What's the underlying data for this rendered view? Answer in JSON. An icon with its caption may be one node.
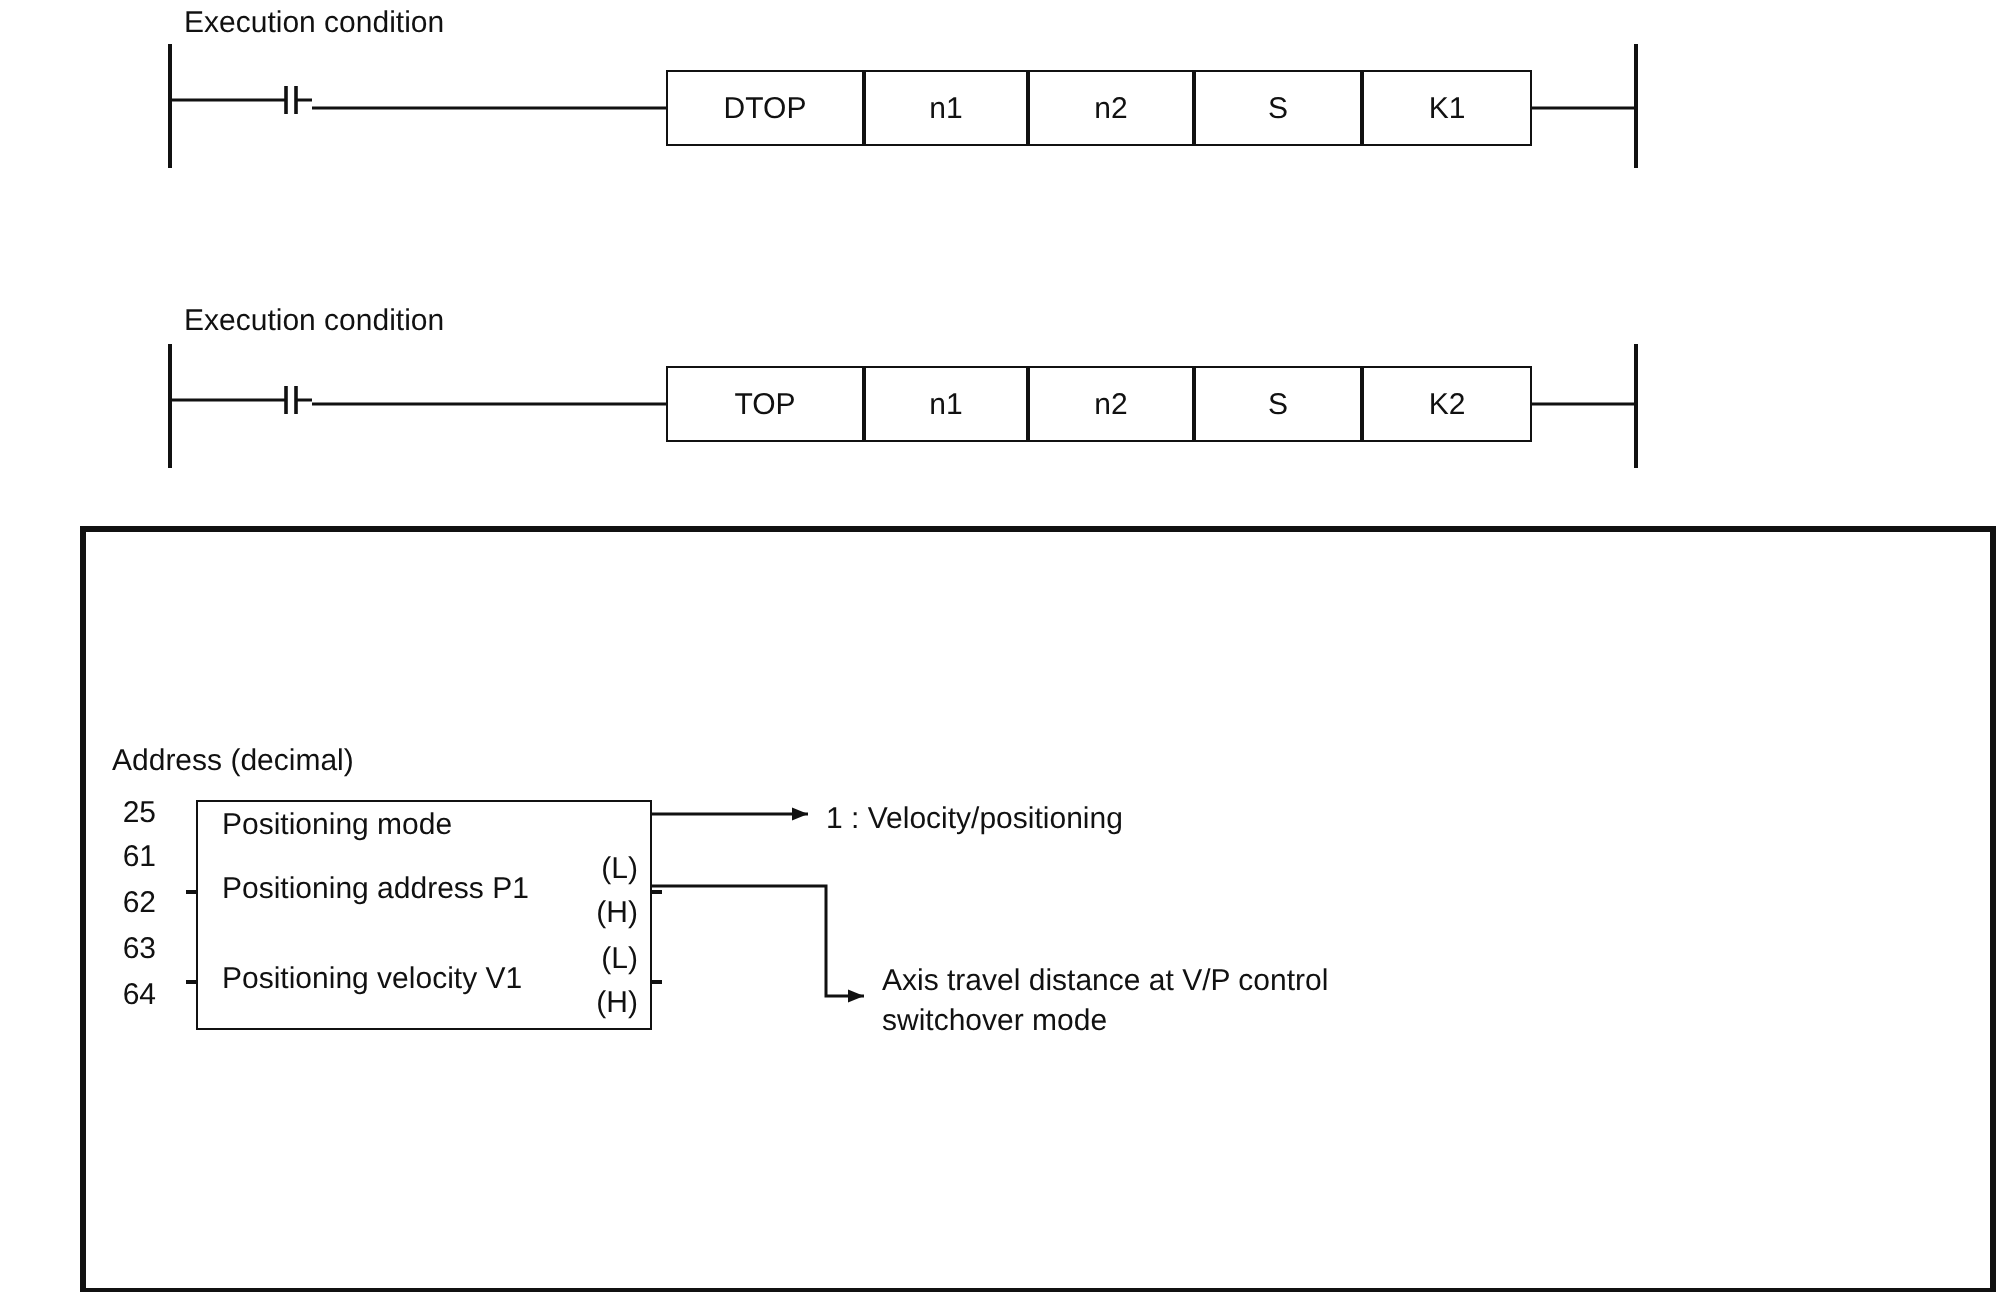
{
  "diagram": {
    "nodes": [
      {
        "text": [],
        "shape": "bar"
      },
      {
        "text": [],
        "shape": "contact"
      },
      {
        "text": [
          "DTOP"
        ]
      },
      {
        "text": [
          "n1"
        ]
      },
      {
        "text": [
          "n2"
        ]
      },
      {
        "text": [
          "S"
        ]
      },
      {
        "text": [
          "K1"
        ]
      },
      {
        "text": [],
        "shape": "bar"
      },
      {
        "text": [],
        "shape": "bar"
      },
      {
        "text": [],
        "shape": "contact"
      },
      {
        "text": [
          "TOP"
        ]
      },
      {
        "text": [
          "n1"
        ]
      },
      {
        "text": [
          "n2"
        ]
      },
      {
        "text": [
          "S"
        ]
      },
      {
        "text": [
          "K2"
        ]
      },
      {
        "text": [],
        "shape": "bar"
      },
      {
        "text": [],
        "shape": "box"
      },
      {
        "text": [
          "Positioning mode"
        ],
        "in": 16
      },
      {
        "text": [
          "Positioning address P1",
          "(L)",
          "(H)"
        ],
        "in": 16
      },
      {
        "text": [
          "Positioning velocity V1",
          "(L)",
          "(H)"
        ],
        "in": 16
      },
      {
        "text": [
          "1 : Velocity/positioning"
        ],
        "in": 16
      },
      {
        "text": [
          "Axis travel distance at V/P control switchover mode"
        ],
        "in": 16
      }
    ],
    "edges": [
      {
        "from": 0,
        "to": 1,
        "arrow": "none"
      },
      {
        "from": 1,
        "to": 2,
        "arrow": "none"
      },
      {
        "from": 6,
        "to": 7,
        "arrow": "none"
      },
      {
        "from": 8,
        "to": 9,
        "arrow": "none"
      },
      {
        "from": 9,
        "to": 10,
        "arrow": "none"
      },
      {
        "from": 14,
        "to": 15,
        "arrow": "none"
      },
      {
        "from": 17,
        "to": 20,
        "arrow": "to"
      },
      {
        "from": 18,
        "to": 21,
        "arrow": "to"
      }
    ],
    "labels": [
      "Execution condition",
      "Execution condition",
      "Address (decimal)",
      "25",
      "61",
      "62",
      "63",
      "64"
    ]
  }
}
